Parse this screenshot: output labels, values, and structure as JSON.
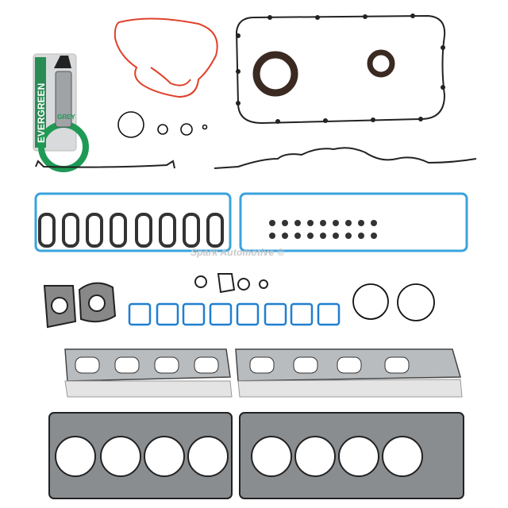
{
  "product": {
    "sealant_brand": "EVERGREEN",
    "sealant_color_label": "GREY",
    "watermark": "Spark Automotive ©"
  },
  "colors": {
    "valley_gasket": "#3aa3dc",
    "intake_seal": "#1f7fd0",
    "oil_pan_gasket": "#e0422a",
    "rubber": "#1a1a1a",
    "metal": "#b9bcbf",
    "brand_green": "#1e9a55"
  }
}
